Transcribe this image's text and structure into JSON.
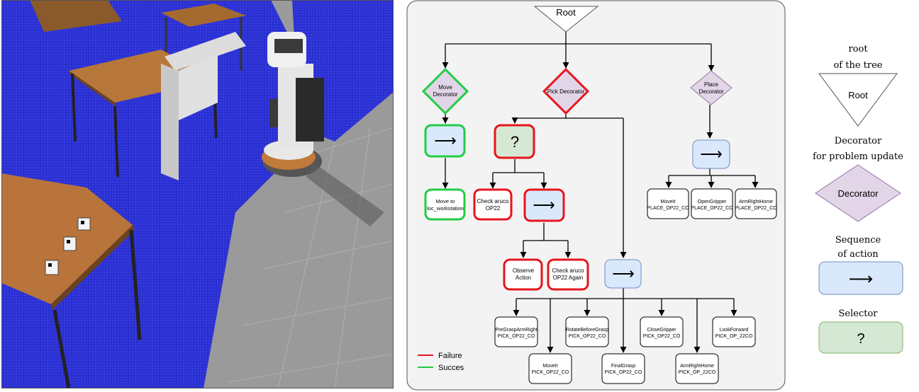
{
  "tree": {
    "root": "Root",
    "decorators": {
      "move": [
        "Move",
        "Decorator"
      ],
      "pick": "Pick Decorator",
      "place": [
        "Place",
        "Decorator"
      ]
    },
    "sequence_symbol": "⟶",
    "selector_symbol": "?",
    "actions": {
      "move_to": [
        "Move to",
        "loc_workstation"
      ],
      "check_aruco": [
        "Check aruco",
        "OP22"
      ],
      "observe": [
        "Observe",
        "Action"
      ],
      "check_again": [
        "Check aruco",
        "OP22 Again"
      ],
      "place_moveit": [
        "MoveIt",
        "PLACE_OP22_CO"
      ],
      "place_open": [
        "OpenGripper",
        "PLACE_OP22_CO"
      ],
      "place_armright": [
        "ArmRightHome",
        "PLACE_OP22_CO"
      ],
      "pregrasp": [
        "PreGraspArmRight",
        "PICK_OP22_CO"
      ],
      "rotate": [
        "RotateBeforeGrasp",
        "PICK_OP22_CO"
      ],
      "close": [
        "CloseGripper",
        "PICK_OP22_CO"
      ],
      "look": [
        "LookForward",
        "PICK_OP_22CO"
      ],
      "pick_moveit": [
        "MoveIt",
        "PICK_OP22_CO"
      ],
      "final": [
        "FinalGrasp",
        "PICK_OP22_CO"
      ],
      "pick_armright": [
        "ArmRightHome",
        "PICK_OP_22CO"
      ]
    },
    "status_legend": {
      "failure": "Failure",
      "success": "Succes"
    }
  },
  "legend": {
    "root_caption": [
      "root",
      "of the tree"
    ],
    "root_label": "Root",
    "decorator_caption": [
      "Decorator",
      "for problem update"
    ],
    "decorator_label": "Decorator",
    "sequence_caption": [
      "Sequence",
      "of action"
    ],
    "sequence_symbol": "⟶",
    "selector_caption": "Selector",
    "selector_symbol": "?"
  },
  "colors": {
    "failure": "#e8141c",
    "success": "#22cc44",
    "sequence_fill": "#dae8fc",
    "sequence_stroke": "#6c8ebf",
    "selector_fill": "#d5e8d4",
    "decorator_fill": "#e1d5e7",
    "decorator_stroke": "#9673a6",
    "panel_fill": "#f3f3f3"
  },
  "scene": {
    "description_icon": "robot-simulation-image"
  }
}
